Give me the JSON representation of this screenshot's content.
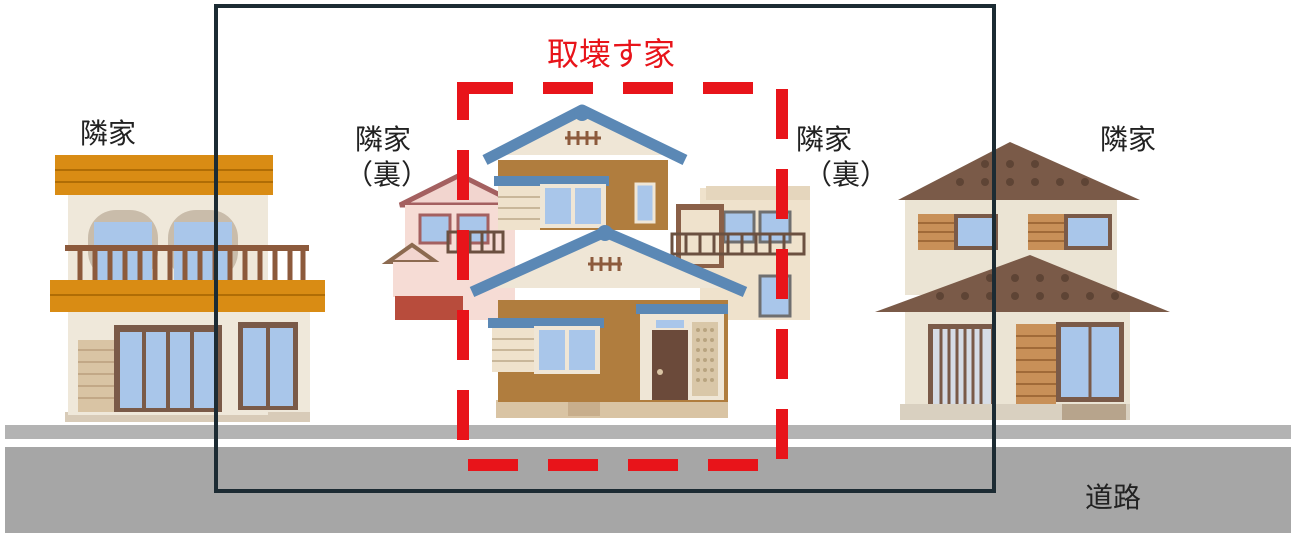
{
  "labels": {
    "neighbor_left": "隣家",
    "neighbor_back_left_line1": "隣家",
    "neighbor_back_left_line2": "（裏）",
    "demolish_house": "取壊す家",
    "neighbor_back_right_line1": "隣家",
    "neighbor_back_right_line2": "（裏）",
    "neighbor_right": "隣家",
    "road": "道路"
  },
  "colors": {
    "demolish_highlight": "#e8141a",
    "frame": "#1c2b33",
    "road": "#a6a6a6",
    "road_line": "#ffffff",
    "roof_orange": "#d98c14",
    "roof_brown": "#7a5a48",
    "roof_blue": "#5b88b5",
    "wall_brown": "#b07d3e",
    "window_blue": "#a9c6ea"
  }
}
